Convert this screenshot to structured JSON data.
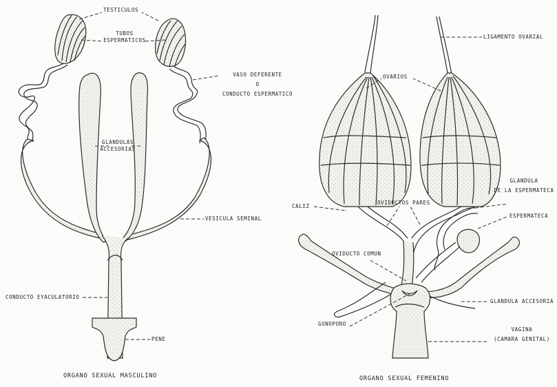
{
  "male": {
    "caption": "ORGANO SEXUAL MASCULINO",
    "labels": {
      "testiculos": "TESTICULOS",
      "tubos_1": "TUBOS",
      "tubos_2": "ESPERMATICOS",
      "vaso_1": "VASO DEFERENTE",
      "vaso_2": "O",
      "vaso_3": "CONDUCTO ESPERMATICO",
      "glandulas_1": "GLANDULAS",
      "glandulas_2": "ACCESORIAS",
      "vesicula": "VESICULA SEMINAL",
      "conducto": "CONDUCTO EYACULATORIO",
      "pene": "PENE"
    }
  },
  "female": {
    "caption": "ORGANO SEXUAL FEMENINO",
    "labels": {
      "ligamento": "LIGAMENTO OVARIAL",
      "ovarios": "OVARIOS",
      "caliz": "CALIZ",
      "oviductos_pares": "OVIDUCTOS PARES",
      "glandula_esp_1": "GLANDULA",
      "glandula_esp_2": "DE LA ESPERMATECA",
      "espermateca": "ESPERMATECA",
      "oviducto_comun": "OVIDUCTO COMUN",
      "glandula_accesoria": "GLANDULA ACCESORIA",
      "gonoporo": "GONOPORO",
      "vagina_1": "VAGINA",
      "vagina_2": "(CAMARA GENITAL)"
    }
  },
  "colors": {
    "ink": "#2a2a2a",
    "fill": "#f2f1ec",
    "paper": "#fbfbf9"
  }
}
